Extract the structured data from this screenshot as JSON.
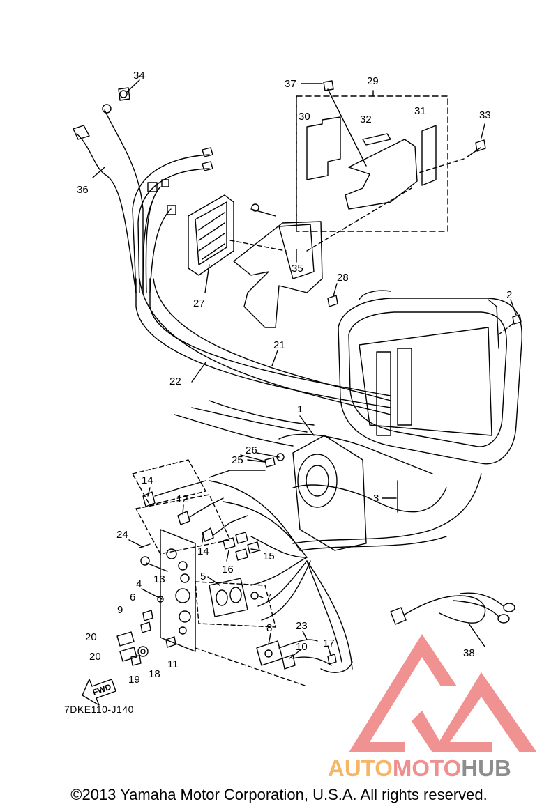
{
  "diagram_code": "7DKE110-J140",
  "copyright": "©2013 Yamaha Motor Corporation, U.S.A. All rights reserved.",
  "fwd_label": "FWD",
  "brand": {
    "part1": "AUTO",
    "part2": "MOTO",
    "part3": "HUB"
  },
  "colors": {
    "line": "#000000",
    "watermark_red": "#ee7f7f",
    "brand_orange": "#f7b667",
    "brand_gray": "#8d8d8d"
  },
  "callouts": {
    "n1": "1",
    "n2": "2",
    "n3": "3",
    "n4": "4",
    "n5": "5",
    "n6": "6",
    "n7": "7",
    "n8": "8",
    "n9": "9",
    "n10": "10",
    "n11": "11",
    "n12": "12",
    "n13": "13",
    "n14a": "14",
    "n14b": "14",
    "n15": "15",
    "n16": "16",
    "n17": "17",
    "n18": "18",
    "n19": "19",
    "n20a": "20",
    "n20b": "20",
    "n21": "21",
    "n22": "22",
    "n23": "23",
    "n24": "24",
    "n25": "25",
    "n26": "26",
    "n27": "27",
    "n28": "28",
    "n29": "29",
    "n30": "30",
    "n31": "31",
    "n32": "32",
    "n33": "33",
    "n34": "34",
    "n35": "35",
    "n36": "36",
    "n37": "37",
    "n38": "38"
  }
}
